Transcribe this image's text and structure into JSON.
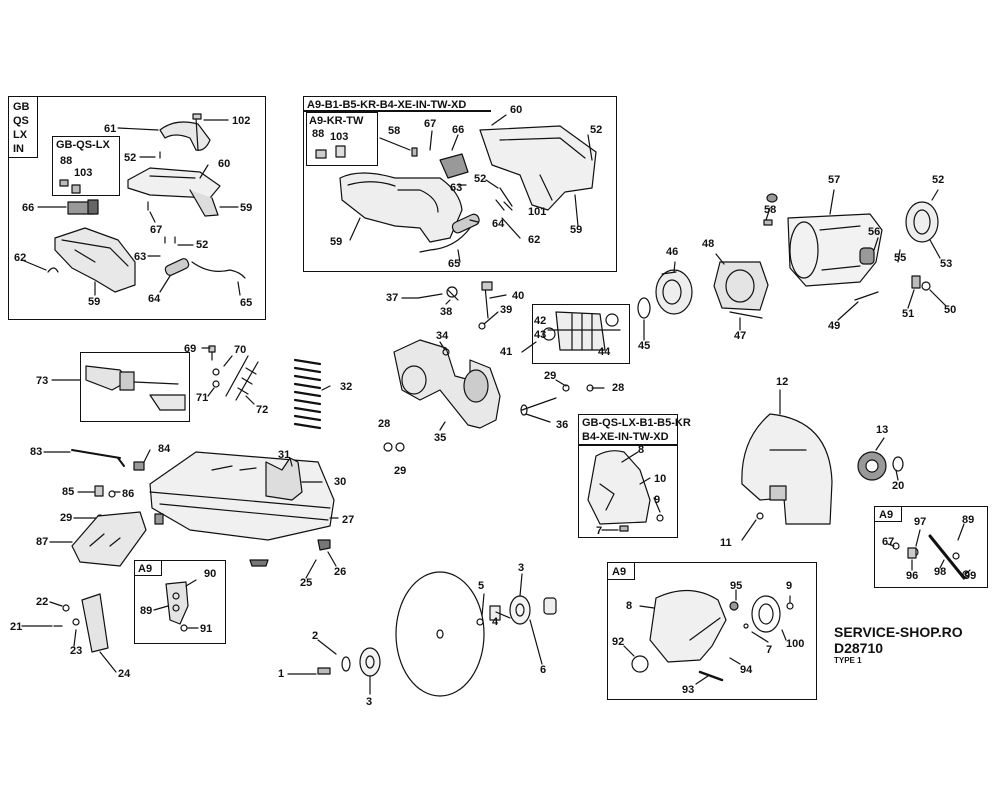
{
  "region_boxes": {
    "gb_box": {
      "codes": [
        "GB",
        "QS",
        "LX",
        "IN"
      ],
      "sub_label": "GB-QS-LX"
    },
    "a9_top_box": {
      "label": "A9-B1-B5-KR-B4-XE-IN-TW-XD",
      "sub_label": "A9-KR-TW"
    },
    "gb_guard_box": {
      "line1": "GB-QS-LX-B1-B5-KR",
      "line2": "B4-XE-IN-TW-XD"
    },
    "a9_small_box": {
      "label": "A9"
    },
    "a9_right_box": {
      "label": "A9"
    },
    "a9_guard_box": {
      "label": "A9"
    }
  },
  "brand": {
    "site": "SERVICE-SHOP.RO",
    "model": "D28710",
    "type": "TYPE 1"
  },
  "part_numbers": {
    "n102": "102",
    "n61": "61",
    "n52a": "52",
    "n60a": "60",
    "n88a": "88",
    "n103a": "103",
    "n66a": "66",
    "n59a": "59",
    "n67a": "67",
    "n52b": "52",
    "n63a": "63",
    "n62a": "62",
    "n64a": "64",
    "n65a": "65",
    "n59b": "59",
    "n60b": "60",
    "n52c": "52",
    "n88b": "88",
    "n103b": "103",
    "n58a": "58",
    "n67b": "67",
    "n66b": "66",
    "n63b": "63",
    "n52d": "52",
    "n101": "101",
    "n64b": "64",
    "n62b": "62",
    "n59c": "59",
    "n59d": "59",
    "n65b": "65",
    "n46": "46",
    "n48": "48",
    "n57": "57",
    "n52e": "52",
    "n58b": "58",
    "n56": "56",
    "n55": "55",
    "n53": "53",
    "n50": "50",
    "n51": "51",
    "n49": "49",
    "n47": "47",
    "n45": "45",
    "n44": "44",
    "n42": "42",
    "n43": "43",
    "n41": "41",
    "n37": "37",
    "n40": "40",
    "n38": "38",
    "n39": "39",
    "n34": "34",
    "n69": "69",
    "n70": "70",
    "n71": "71",
    "n72": "72",
    "n73": "73",
    "n32": "32",
    "n29a": "29",
    "n28a": "28",
    "n36": "36",
    "n35": "35",
    "n28b": "28",
    "n29b": "29",
    "n83": "83",
    "n84": "84",
    "n31": "31",
    "n30": "30",
    "n85": "85",
    "n86": "86",
    "n29c": "29",
    "n87": "87",
    "n27": "27",
    "n26": "26",
    "n25": "25",
    "n89a": "89",
    "n90": "90",
    "n91": "91",
    "n22": "22",
    "n21": "21",
    "n23": "23",
    "n24": "24",
    "n12": "12",
    "n8a": "8",
    "n10": "10",
    "n9a": "9",
    "n7a": "7",
    "n11": "11",
    "n13": "13",
    "n20": "20",
    "n97": "97",
    "n89b": "89",
    "n67c": "67",
    "n96": "96",
    "n98": "98",
    "n99": "99",
    "n2": "2",
    "n1": "1",
    "n3a": "3",
    "n5": "5",
    "n3b": "3",
    "n4": "4",
    "n6": "6",
    "n95": "95",
    "n9b": "9",
    "n8b": "8",
    "n92": "92",
    "n7b": "7",
    "n100": "100",
    "n94": "94",
    "n93": "93"
  }
}
